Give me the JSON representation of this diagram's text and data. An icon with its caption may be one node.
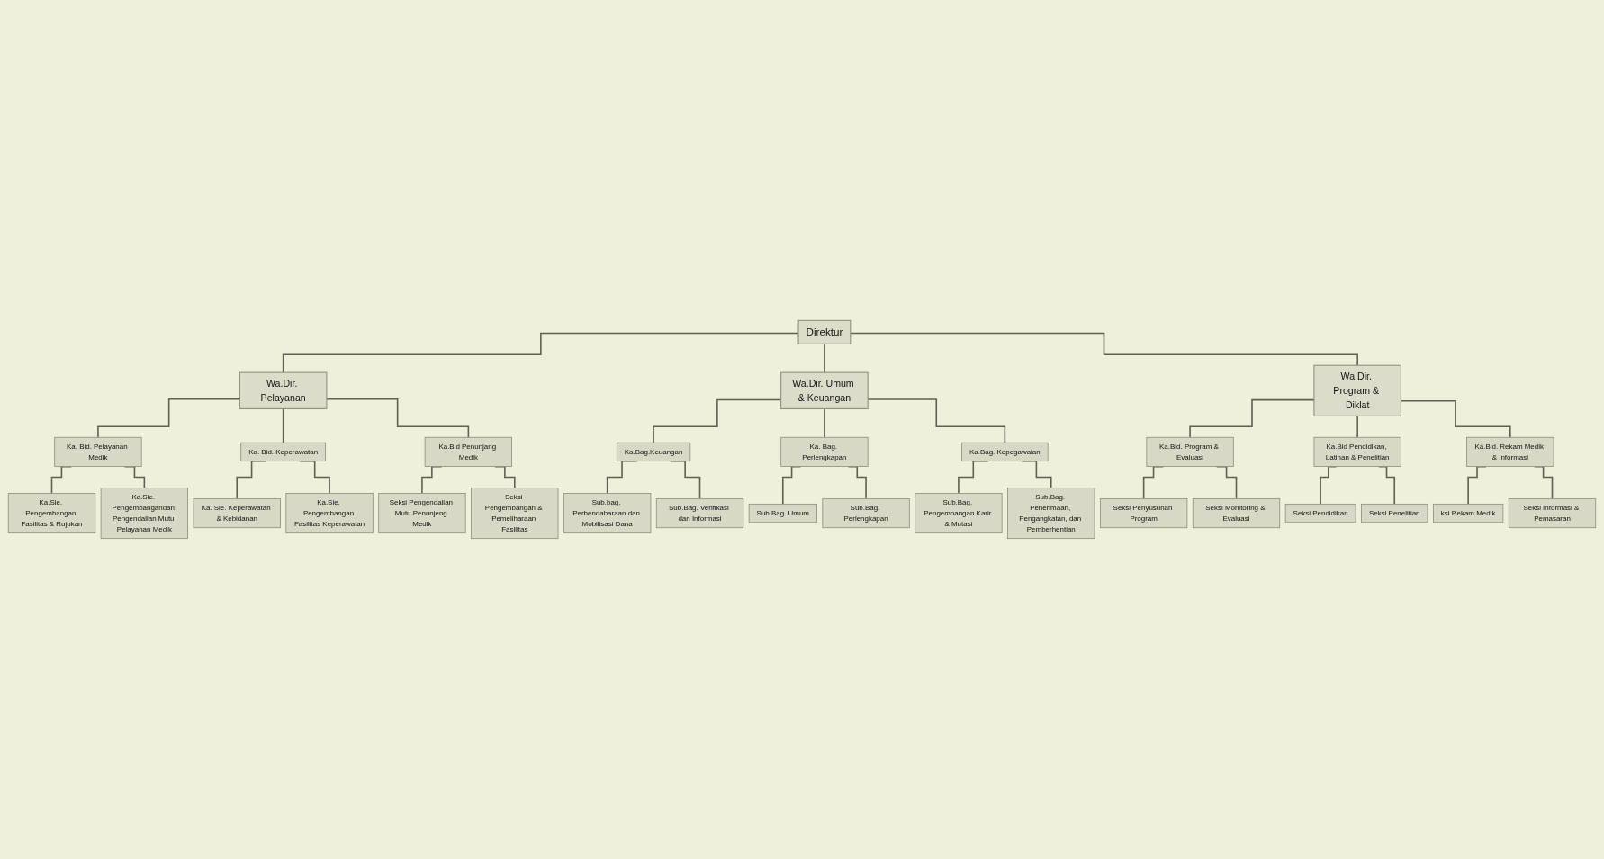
{
  "diagram": {
    "nodes": [
      {
        "text": [
          "Direktur"
        ]
      },
      {
        "text": [
          "Wa.Dir. Pelayanan"
        ]
      },
      {
        "text": [
          "Wa.Dir. Umum & Keuangan"
        ]
      },
      {
        "text": [
          "Wa.Dir. Program & Diklat"
        ]
      },
      {
        "text": [
          "Ka. Bid. Pelayanan Medik"
        ]
      },
      {
        "text": [
          "Ka. Bid. Keperawatan"
        ]
      },
      {
        "text": [
          "Ka.Bid Penunjang Medik"
        ]
      },
      {
        "text": [
          "Ka.Bag.Keuangan"
        ]
      },
      {
        "text": [
          "Ka. Bag. Perlengkapan"
        ]
      },
      {
        "text": [
          "Ka.Bag. Kepegawaian"
        ]
      },
      {
        "text": [
          "Ka.Bid. Program & Evaluasi"
        ]
      },
      {
        "text": [
          "Ka.Bid Pendidikan, Latihan & Penelitian"
        ]
      },
      {
        "text": [
          "Ka.Bid. Rekam Medik & Informasi"
        ]
      },
      {
        "text": [
          "Ka.Sie. Pengembangan Fasilitas & Rujukan"
        ]
      },
      {
        "text": [
          "Ka.Sie. Pengembangandan Pengendalian Mutu Pelayanan Medik"
        ]
      },
      {
        "text": [
          "Ka. Sie. Keperawatan & Kebidanan"
        ]
      },
      {
        "text": [
          "Ka.Sie. Pengembangan Fasilitas Keperawatan"
        ]
      },
      {
        "text": [
          "Seksi Pengendalian Mutu Penunjeng Medik"
        ]
      },
      {
        "text": [
          "Seksi Pengembangan & Pemeliharaan Fasilitas"
        ]
      },
      {
        "text": [
          "Sub.bag. Perbendaharaan dan Mobilisasi Dana"
        ]
      },
      {
        "text": [
          "Sub.Bag. Verifikasi dan Informasi"
        ]
      },
      {
        "text": [
          "Sub.Bag. Umum"
        ]
      },
      {
        "text": [
          "Sub.Bag. Perlengkapan"
        ]
      },
      {
        "text": [
          "Sub.Bag. Pengembangan Karir & Mutasi"
        ]
      },
      {
        "text": [
          "Sub.Bag. Penerimaan, Pengangkatan, dan Pemberhentian"
        ]
      },
      {
        "text": [
          "Seksi Penyusunan Program"
        ]
      },
      {
        "text": [
          "Seksi Monitoring & Evaluasi"
        ]
      },
      {
        "text": [
          "Seksi Pendidikan"
        ]
      },
      {
        "text": [
          "Seksi Penelitian"
        ]
      },
      {
        "text": [
          "ksi Rekam Medik"
        ]
      },
      {
        "text": [
          "Seksi Informasi & Pemasaran"
        ]
      }
    ],
    "edges": [
      {
        "from": 0,
        "to": 1,
        "arrow": "none"
      },
      {
        "from": 0,
        "to": 2,
        "arrow": "none"
      },
      {
        "from": 0,
        "to": 3,
        "arrow": "none"
      },
      {
        "from": 1,
        "to": 4,
        "arrow": "none"
      },
      {
        "from": 1,
        "to": 5,
        "arrow": "none"
      },
      {
        "from": 1,
        "to": 6,
        "arrow": "none"
      },
      {
        "from": 2,
        "to": 7,
        "arrow": "none"
      },
      {
        "from": 2,
        "to": 8,
        "arrow": "none"
      },
      {
        "from": 2,
        "to": 9,
        "arrow": "none"
      },
      {
        "from": 3,
        "to": 10,
        "arrow": "none"
      },
      {
        "from": 3,
        "to": 11,
        "arrow": "none"
      },
      {
        "from": 3,
        "to": 12,
        "arrow": "none"
      },
      {
        "from": 4,
        "to": 13,
        "arrow": "none"
      },
      {
        "from": 4,
        "to": 14,
        "arrow": "none"
      },
      {
        "from": 5,
        "to": 15,
        "arrow": "none"
      },
      {
        "from": 5,
        "to": 16,
        "arrow": "none"
      },
      {
        "from": 6,
        "to": 17,
        "arrow": "none"
      },
      {
        "from": 6,
        "to": 18,
        "arrow": "none"
      },
      {
        "from": 7,
        "to": 19,
        "arrow": "none"
      },
      {
        "from": 7,
        "to": 20,
        "arrow": "none"
      },
      {
        "from": 8,
        "to": 21,
        "arrow": "none"
      },
      {
        "from": 8,
        "to": 22,
        "arrow": "none"
      },
      {
        "from": 9,
        "to": 23,
        "arrow": "none"
      },
      {
        "from": 9,
        "to": 24,
        "arrow": "none"
      },
      {
        "from": 10,
        "to": 25,
        "arrow": "none"
      },
      {
        "from": 10,
        "to": 26,
        "arrow": "none"
      },
      {
        "from": 11,
        "to": 27,
        "arrow": "none"
      },
      {
        "from": 11,
        "to": 28,
        "arrow": "none"
      },
      {
        "from": 12,
        "to": 29,
        "arrow": "none"
      },
      {
        "from": 12,
        "to": 30,
        "arrow": "none"
      }
    ]
  }
}
